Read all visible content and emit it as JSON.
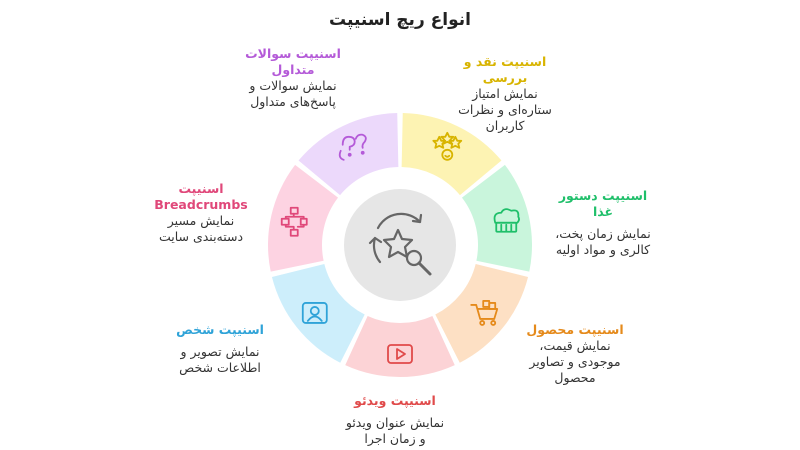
{
  "title": "انواع ریچ اسنیپت",
  "colors": {
    "review": "#d8b400",
    "recipe": "#1fbf6a",
    "product": "#e58a1b",
    "video": "#e04a4a",
    "person": "#2fa3d8",
    "breadcrumbs": "#e0487a",
    "faq": "#b45ad8"
  },
  "segments": [
    {
      "key": "review",
      "title": "اسنیپت نقد و بررسی",
      "desc": [
        "نمایش امتیاز",
        "ستاره‌ای و نظرات",
        "کاربران"
      ],
      "icon": "stars-icon"
    },
    {
      "key": "recipe",
      "title": "اسنیپت دستور غذا",
      "desc": [
        "نمایش زمان پخت،",
        "کالری و مواد اولیه"
      ],
      "icon": "chef-hat-icon"
    },
    {
      "key": "product",
      "title": "اسنیپت محصول",
      "desc": [
        "نمایش قیمت،",
        "موجودی و تصاویر",
        "محصول"
      ],
      "icon": "shopping-cart-icon"
    },
    {
      "key": "video",
      "title": "اسنیپت ویدئو",
      "desc": [
        "نمایش عنوان ویدئو",
        "و زمان اجرا"
      ],
      "icon": "play-icon"
    },
    {
      "key": "person",
      "title": "اسنیپت شخص",
      "desc": [
        "نمایش تصویر و",
        "اطلاعات شخص"
      ],
      "icon": "person-card-icon"
    },
    {
      "key": "breadcrumbs",
      "title": "اسنیپت",
      "title2": "Breadcrumbs",
      "desc": [
        "نمایش مسیر",
        "دسته‌بندی سایت"
      ],
      "icon": "flowchart-icon"
    },
    {
      "key": "faq",
      "title": "اسنیپت سوالات",
      "title2": "متداول",
      "desc": [
        "نمایش سوالات و",
        "پاسخ‌های متداول"
      ],
      "icon": "question-bubbles-icon"
    }
  ],
  "center_icon": "star-search-icon"
}
